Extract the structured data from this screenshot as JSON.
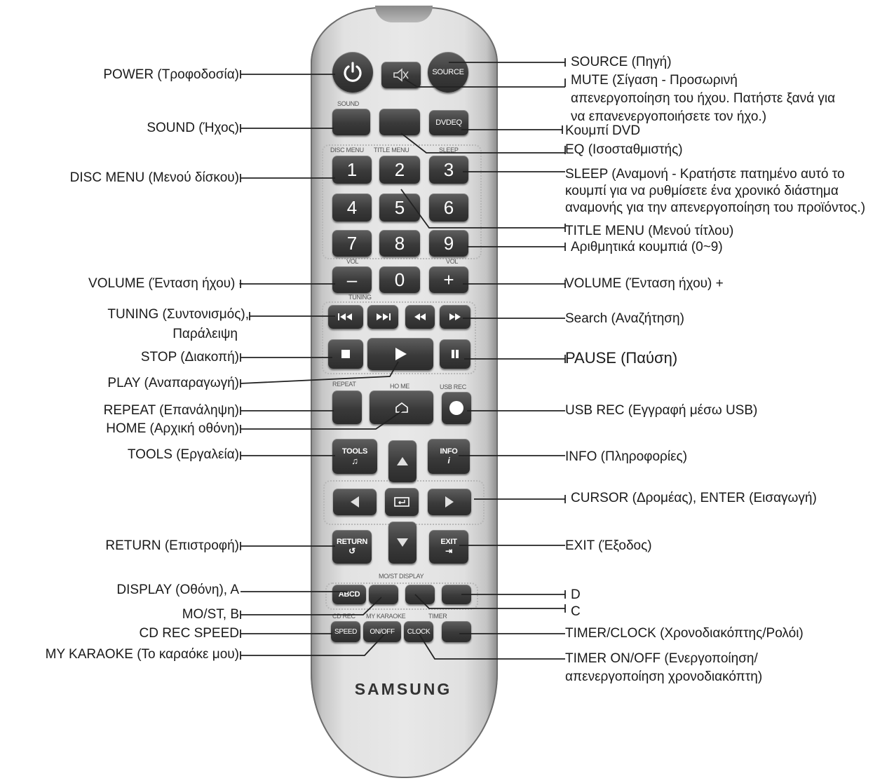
{
  "remote": {
    "brand": "SAMSUNG",
    "top_keys": {
      "source": "SOURCE"
    },
    "key_labels": {
      "sound": "SOUND",
      "dvdeq": "DVDEQ",
      "disc_menu": "DISC MENU",
      "title_menu": "TITLE MENU",
      "sleep": "SLEEP",
      "vol_left": "VOL",
      "vol_right": "VOL",
      "tuning": "TUNING",
      "repeat": "REPEAT",
      "home": "HO ME",
      "usb_rec": "USB REC",
      "tools": "TOOLS",
      "info": "INFO",
      "return": "RETURN",
      "exit": "EXIT",
      "mo_st_display": "MO/ST DISPLAY",
      "abcd": "ABCD",
      "cd_rec": "CD REC",
      "my_karaoke": "MY KARAOKE",
      "timer": "TIMER",
      "speed": "SPEED",
      "on_off": "ON/OFF",
      "clock": "CLOCK"
    },
    "numbers": [
      "1",
      "2",
      "3",
      "4",
      "5",
      "6",
      "7",
      "8",
      "9",
      "0"
    ],
    "symbols": {
      "minus": "–",
      "plus": "+"
    }
  },
  "callouts_left": {
    "power": "POWER (Τροφοδοσία)",
    "sound": "SOUND (Ήχος)",
    "disc_menu": "DISC MENU (Μενού δίσκου)",
    "volume_minus": "VOLUME (Ένταση ήχου) -",
    "tuning_1": "TUNING (Συντονισμός),",
    "tuning_2": "Παράλειψη",
    "stop": "STOP (Διακοπή)",
    "play": "PLAY (Αναπαραγωγή)",
    "repeat": "REPEAT (Επανάληψη)",
    "home": "HOME (Αρχική οθόνη)",
    "tools": "TOOLS (Εργαλεία)",
    "return": "RETURN (Επιστροφή)",
    "display": "DISPLAY (Οθόνη), A",
    "mo_st": "MO/ST, B",
    "cd_rec_speed": "CD REC SPEED",
    "my_karaoke": "MY KARAOKE (Το καραόκε μου)"
  },
  "callouts_right": {
    "source": "SOURCE (Πηγή)",
    "mute_1": "MUTE (Σίγαση - Προσωρινή",
    "mute_2": "απενεργοποίηση του ήχου. Πατήστε ξανά για",
    "mute_3": "να επανενεργοποιήσετε τον ήχο.)",
    "dvd": "Κουμπί DVD",
    "eq": "EQ (Ισοσταθμιστής)",
    "sleep_1": "SLEEP (Αναμονή - Κρατήστε πατημένο αυτό το",
    "sleep_2": "κουμπί για να ρυθμίσετε ένα χρονικό διάστημα",
    "sleep_3": "αναμονής για την απενεργοποίηση του προϊόντος.)",
    "title_menu": "TITLE MENU (Μενού τίτλου)",
    "numeric": "Αριθμητικά κουμπιά (0~9)",
    "volume_plus": "VOLUME (Ένταση ήχου) +",
    "search": "Search (Αναζήτηση)",
    "pause": "PAUSE (Παύση)",
    "usb_rec": "USB REC (Εγγραφή μέσω USB)",
    "info": "INFO (Πληροφορίες)",
    "cursor_enter": "CURSOR (Δρομέας), ENTER (Εισαγωγή)",
    "exit": "EXIT (Έξοδος)",
    "d": "D",
    "c": "C",
    "timer_clock": "TIMER/CLOCK (Χρονοδιακόπτης/Ρολόι)",
    "timer_onoff_1": "TIMER ON/OFF (Ενεργοποίηση/",
    "timer_onoff_2": "απενεργοποίηση χρονοδιακόπτη)"
  },
  "colors": {
    "key": "#3a3a3a",
    "body": "#e6e6e6",
    "line": "#222222"
  }
}
